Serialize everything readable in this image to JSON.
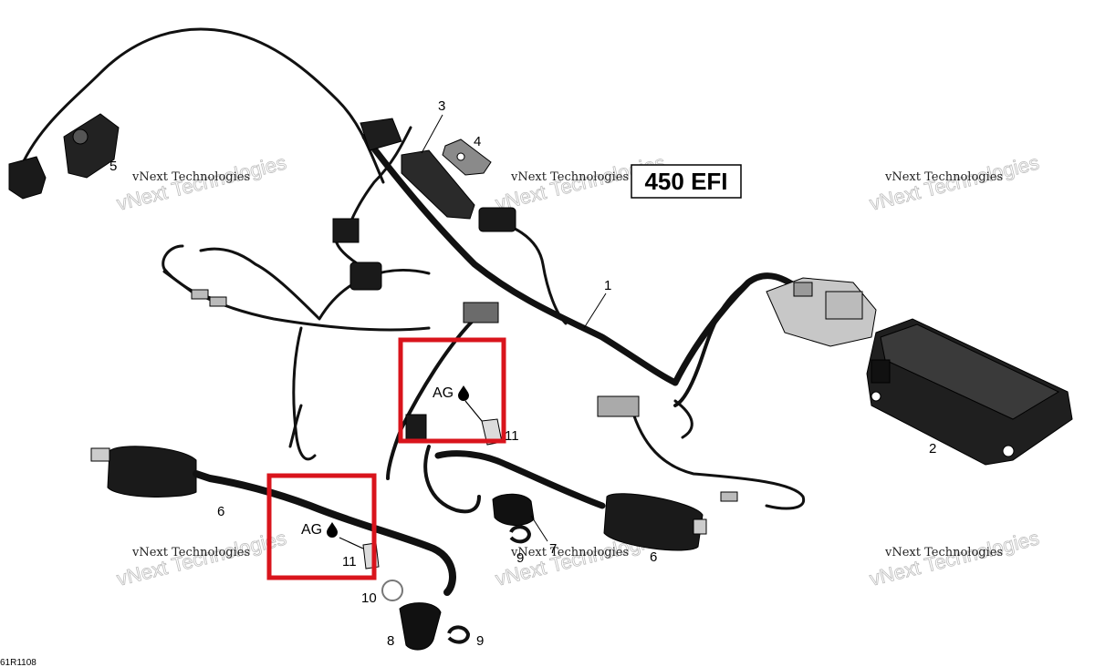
{
  "model_label": "450 EFI",
  "part_number": "61R1108",
  "highlight_color": "#d9141c",
  "watermark": {
    "small": "vNext Technologies",
    "large": "vNext Technologies"
  },
  "callouts": {
    "c1": "1",
    "c2": "2",
    "c3": "3",
    "c4": "4",
    "c5": "5",
    "c6a": "6",
    "c6b": "6",
    "c7": "7",
    "c8": "8",
    "c9a": "9",
    "c9b": "9",
    "c10": "10",
    "c11a": "11",
    "c11b": "11"
  },
  "annotations": {
    "ag_top": "AG",
    "ag_bottom": "AG"
  }
}
